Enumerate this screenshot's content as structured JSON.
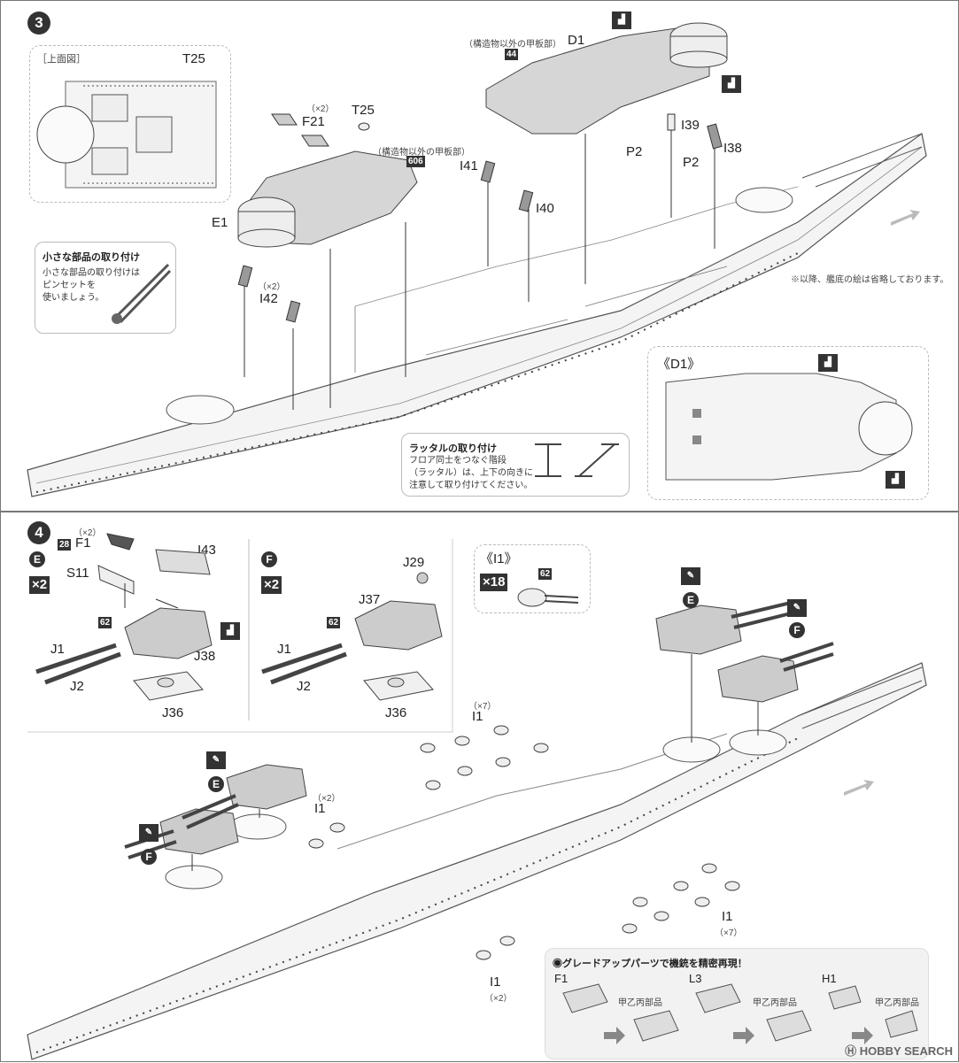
{
  "step3": {
    "number": "3",
    "top_view_label": "［上面図］",
    "top_view_part": "T25",
    "tip_title": "小さな部品の取り付け",
    "tip_body": [
      "小さな部品の取り付けは",
      "ピンセットを",
      "使いましょう。"
    ],
    "note_right": "※以降、艦底の絵は省略しております。",
    "deck_note": "（構造物以外の甲板部）",
    "deck_num_d1": "44",
    "deck_num_e1": "606",
    "parts": {
      "d1": "D1",
      "e1": "E1",
      "f21": "F21",
      "f21_qty": "（×2）",
      "t25": "T25",
      "i41": "I41",
      "i40": "I40",
      "i39": "I39",
      "i38": "I38",
      "p2a": "P2",
      "p2b": "P2",
      "i42": "I42",
      "i42_qty": "（×2）"
    },
    "d1_inset_label": "《D1》",
    "ladder_title": "ラッタルの取り付け",
    "ladder_body": [
      "フロア同士をつなぐ階段",
      "（ラッタル）は、上下の向きに",
      "注意して取り付けてください。"
    ]
  },
  "step4": {
    "number": "4",
    "e_letter": "E",
    "f_letter": "F",
    "qty_x2": "×2",
    "qty_x18": "×18",
    "num_28": "28",
    "num_62": "62",
    "e_parts": {
      "f1": "F1",
      "f1_qty": "（×2）",
      "s11": "S11",
      "i43": "I43",
      "j1": "J1",
      "j2": "J2",
      "j38": "J38",
      "j36": "J36"
    },
    "f_parts": {
      "j29": "J29",
      "j37": "J37",
      "j1": "J1",
      "j2": "J2",
      "j36": "J36"
    },
    "i1_inset_label": "《I1》",
    "i1": "I1",
    "i1_x7": "（×7）",
    "i1_x2": "（×2）",
    "upgrade_title": "◉グレードアップパーツで機銃を精密再現！",
    "upgrade_items": [
      {
        "part": "F1",
        "label": "甲乙丙部品"
      },
      {
        "part": "L3",
        "label": "甲乙丙部品"
      },
      {
        "part": "H1",
        "label": "甲乙丙部品"
      }
    ],
    "watermark": "HOBBY SEARCH"
  }
}
